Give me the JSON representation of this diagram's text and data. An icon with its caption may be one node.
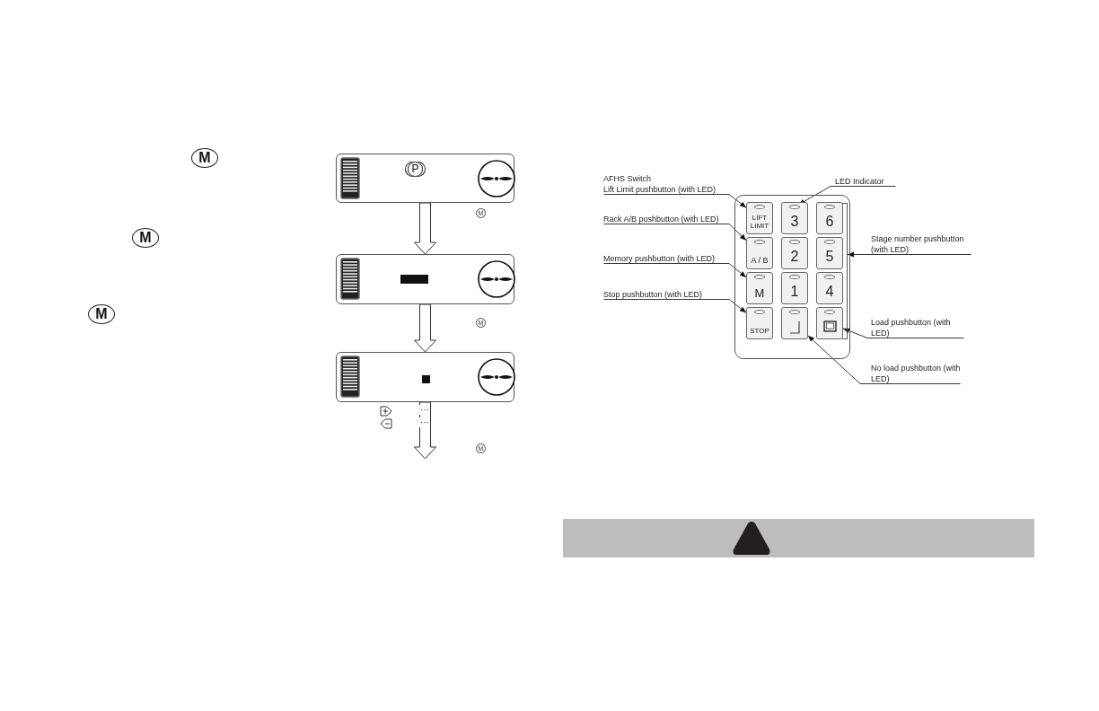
{
  "diagram": {
    "nodes": [
      {
        "text": [],
        "shape": "box"
      },
      {
        "text": [],
        "shape": "box"
      },
      {
        "text": [],
        "shape": "box",
        "beside": [
          "⋯",
          "⋯"
        ]
      },
      {
        "text": [
          "AFHS Switch",
          "Lift Limit pushbutton (with LED)"
        ]
      },
      {
        "text": [
          "LED Indicator"
        ]
      },
      {
        "text": [
          "Rack A/B pushbutton (with LED)"
        ]
      },
      {
        "text": [
          "Memory pushbutton (with LED)"
        ]
      },
      {
        "text": [
          "Stop pushbutton (with LED)"
        ]
      },
      {
        "text": [],
        "shape": "box"
      },
      {
        "text": [
          "LIFT LIMIT"
        ],
        "in": 8
      },
      {
        "text": [
          "3"
        ],
        "in": 8
      },
      {
        "text": [],
        "shape": "circle",
        "in": 10
      },
      {
        "text": [
          "6"
        ],
        "in": 8
      },
      {
        "text": [
          "A / B"
        ],
        "in": 8
      },
      {
        "text": [
          "2"
        ],
        "in": 8
      },
      {
        "text": [
          "5"
        ],
        "in": 8
      },
      {
        "text": [
          "M"
        ],
        "in": 8
      },
      {
        "text": [
          "1"
        ],
        "in": 8
      },
      {
        "text": [
          "4"
        ],
        "in": 8
      },
      {
        "text": [
          "STOP"
        ],
        "in": 8
      },
      {
        "text": [],
        "shape": "box",
        "in": 8
      },
      {
        "text": [],
        "shape": "box",
        "in": 8
      },
      {
        "text": [
          "Stage number pushbutton (with LED)"
        ]
      },
      {
        "text": [
          "Load pushbutton (with LED)"
        ]
      },
      {
        "text": [
          "No load pushbutton (with LED)"
        ]
      },
      {
        "text": [],
        "shape": "bar",
        "in": 8
      }
    ],
    "edges": [
      {
        "from": 0,
        "to": 1,
        "arrow": "to"
      },
      {
        "from": 1,
        "to": 2,
        "arrow": "to"
      },
      {
        "from": 2,
        "to": null,
        "arrow": "to"
      },
      {
        "from": 3,
        "to": 9,
        "arrow": "to"
      },
      {
        "from": 4,
        "to": 11,
        "arrow": "to"
      },
      {
        "from": 5,
        "to": 13,
        "arrow": "to"
      },
      {
        "from": 6,
        "to": 16,
        "arrow": "to"
      },
      {
        "from": 7,
        "to": 19,
        "arrow": "to"
      },
      {
        "from": 22,
        "to": 25,
        "arrow": "to"
      },
      {
        "from": 23,
        "to": 21,
        "arrow": "to"
      },
      {
        "from": 24,
        "to": 20,
        "arrow": "to"
      }
    ],
    "labels": [
      "M",
      "M",
      "M",
      "P",
      "M",
      "M",
      "M"
    ]
  }
}
